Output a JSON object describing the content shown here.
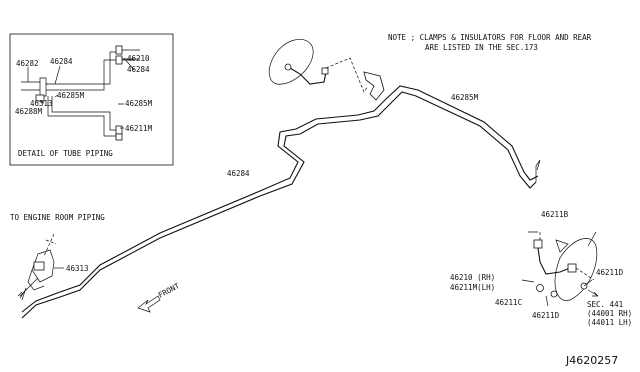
{
  "note": {
    "line1": "NOTE ; CLAMPS & INSULATORS FOR FLOOR AND REAR",
    "line2": "ARE LISTED IN THE SEC.173"
  },
  "detail": {
    "caption": "DETAIL OF TUBE PIPING",
    "labels": {
      "p46282": "46282",
      "p46284": "46284",
      "p46210": "46210",
      "p46284b": "46284",
      "p46285m": "46285M",
      "p46313": "46313",
      "p46288m": "46288M",
      "p46285m_r": "46285M",
      "p46211m": "46211M"
    }
  },
  "main_labels": {
    "p46285m": "46285M",
    "p46284": "46284",
    "engine_room": "TO ENGINE ROOM PIPING",
    "p46313": "46313",
    "front": "FRONT",
    "p46211b": "46211B",
    "p46210_rh": "46210 (RH)",
    "p46211m_lh": "46211M(LH)",
    "p46211c": "46211C",
    "p46211d_a": "46211D",
    "p46211d_b": "46211D",
    "sec441": "SEC. 441",
    "p44001": "(44001 RH)",
    "p44011": "(44011 LH)"
  },
  "diagram_ref": "J4620257"
}
